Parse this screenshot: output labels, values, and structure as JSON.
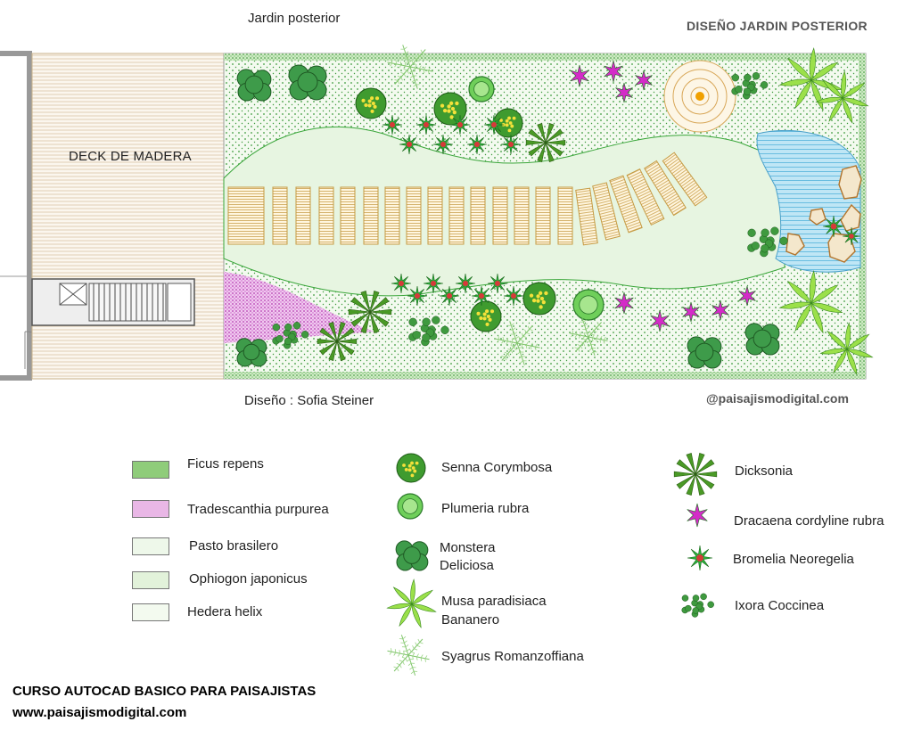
{
  "header": {
    "top_title": "Jardin posterior",
    "plan_title": "DISEÑO JARDIN POSTERIOR",
    "designer": "Diseño : Sofia Steiner",
    "watermark": "@paisajismodigital.com"
  },
  "plan": {
    "deck_label": "DECK DE MADERA"
  },
  "legend": {
    "groundcovers": [
      {
        "label": "Ficus repens",
        "color": "#8fcc7a"
      },
      {
        "label": "Tradescanthia purpurea",
        "color": "#d98bd6"
      },
      {
        "label": "Pasto brasilero",
        "color": "#e6f4df"
      },
      {
        "label": "Ophiogon japonicus",
        "color": "#dff0d8"
      },
      {
        "label": "Hedera helix",
        "color": "#eef7ea"
      }
    ],
    "shrubs": [
      {
        "label": "Senna Corymbosa",
        "icon": "senna-icon"
      },
      {
        "label": "Plumeria rubra",
        "icon": "plumeria-icon"
      },
      {
        "label": "Monstera",
        "label2": "Deliciosa",
        "icon": "monstera-icon"
      },
      {
        "label": "Musa paradisiaca",
        "label2": "Bananero",
        "icon": "musa-icon"
      },
      {
        "label": "Syagrus Romanzoffiana",
        "icon": "syagrus-icon"
      }
    ],
    "accents": [
      {
        "label": "Dicksonia",
        "icon": "dicksonia-icon"
      },
      {
        "label": "Dracaena cordyline rubra",
        "icon": "dracaena-icon"
      },
      {
        "label": "Bromelia Neoregelia",
        "icon": "bromelia-icon"
      },
      {
        "label": "Ixora Coccinea",
        "icon": "ixora-icon"
      }
    ]
  },
  "footer": {
    "course": "CURSO AUTOCAD BASICO PARA PAISAJISTAS",
    "site": "www.paisajismodigital.com"
  },
  "colors": {
    "leaf_green": "#2e8b3a",
    "lime": "#9be04a",
    "magenta": "#d42bc8",
    "water": "#8fd0ea",
    "wood": "#c8a45a"
  }
}
